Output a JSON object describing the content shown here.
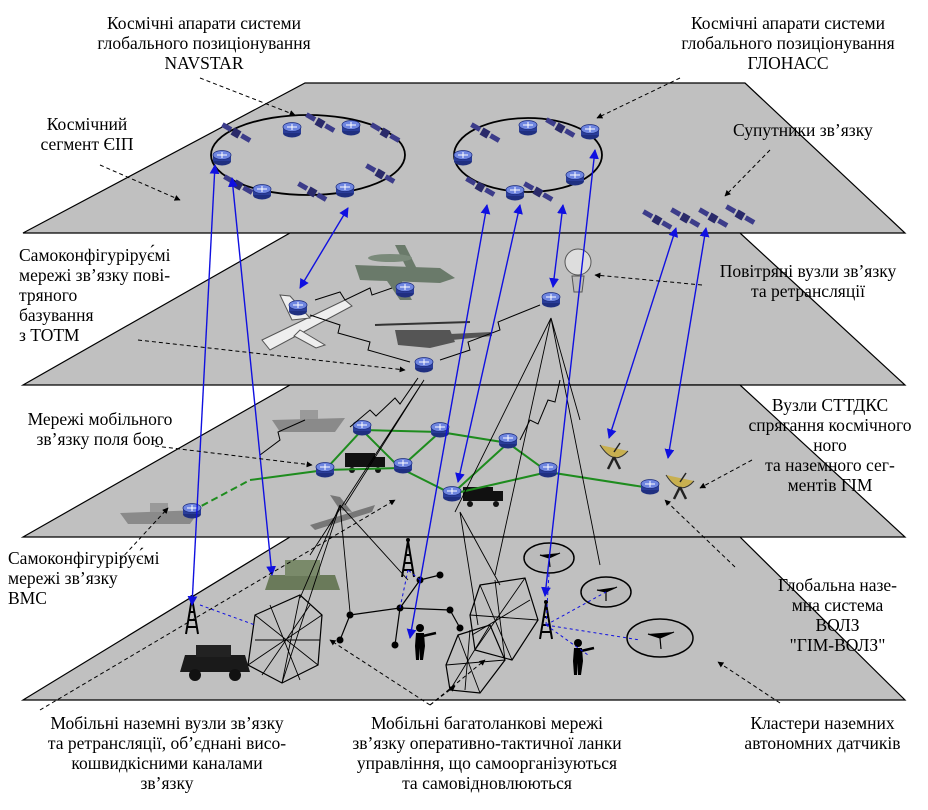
{
  "labels": {
    "navstar": [
      "Космічні апарати системи",
      "глобального позиціонування",
      "NAVSTAR"
    ],
    "glonass": [
      "Космічні апарати системи",
      "глобального позиціонування",
      "ГЛОНАСС"
    ],
    "space_segment": [
      "Космічний",
      "сегмент ЄІП"
    ],
    "comm_satellites": [
      "Супутники зв’язку"
    ],
    "air_networks": [
      "Самоконфігурірує́мі",
      "мережі зв’язку пові-",
      "тряного",
      "базування",
      "з ТОТМ"
    ],
    "air_nodes": [
      "Повітряні вузли зв’язку",
      "та ретрансляції"
    ],
    "battlefield": [
      "Мережі мобільного",
      "зв’язку поля бою"
    ],
    "sttdks": [
      "Вузли СТТДКС",
      "спрягання космічного",
      "ного",
      "та наземного сег-",
      "ментів ГІМ"
    ],
    "naval": [
      "Самоконфігурірує́мі",
      "мережі зв’язку",
      "ВМС"
    ],
    "volz": [
      "Глобальна назе-",
      "мна система",
      "ВОЛЗ",
      "\"ГІМ-ВОЛЗ\""
    ],
    "ground_nodes": [
      "Мобільні наземні вузли зв’язку",
      "та ретрансляції, об’єднані висо-",
      "кошвидкісними каналами",
      "зв’язку"
    ],
    "multilevel": [
      "Мобільні багатоланкові мережі",
      "зв’язку оперативно-тактичної ланки",
      "управління, що самоорганізуються",
      "та самовідновлюються"
    ],
    "sensors": [
      "Кластери наземних",
      "автономних датчиків"
    ]
  },
  "colors": {
    "plane_fill": "#c0c0c0",
    "plane_stroke": "#000000",
    "blue_link": "#1010e0",
    "green_link": "#1e8c1e",
    "router": "#3a4fb0"
  },
  "icons": [
    "satellite-icon",
    "router-icon",
    "aircraft-icon",
    "helicopter-icon",
    "balloon-icon",
    "ship-icon",
    "truck-icon",
    "antenna-dish-icon",
    "tower-icon",
    "soldier-icon",
    "humvee-icon",
    "uav-icon",
    "mesh-cluster-icon",
    "sensor-cluster-icon"
  ]
}
